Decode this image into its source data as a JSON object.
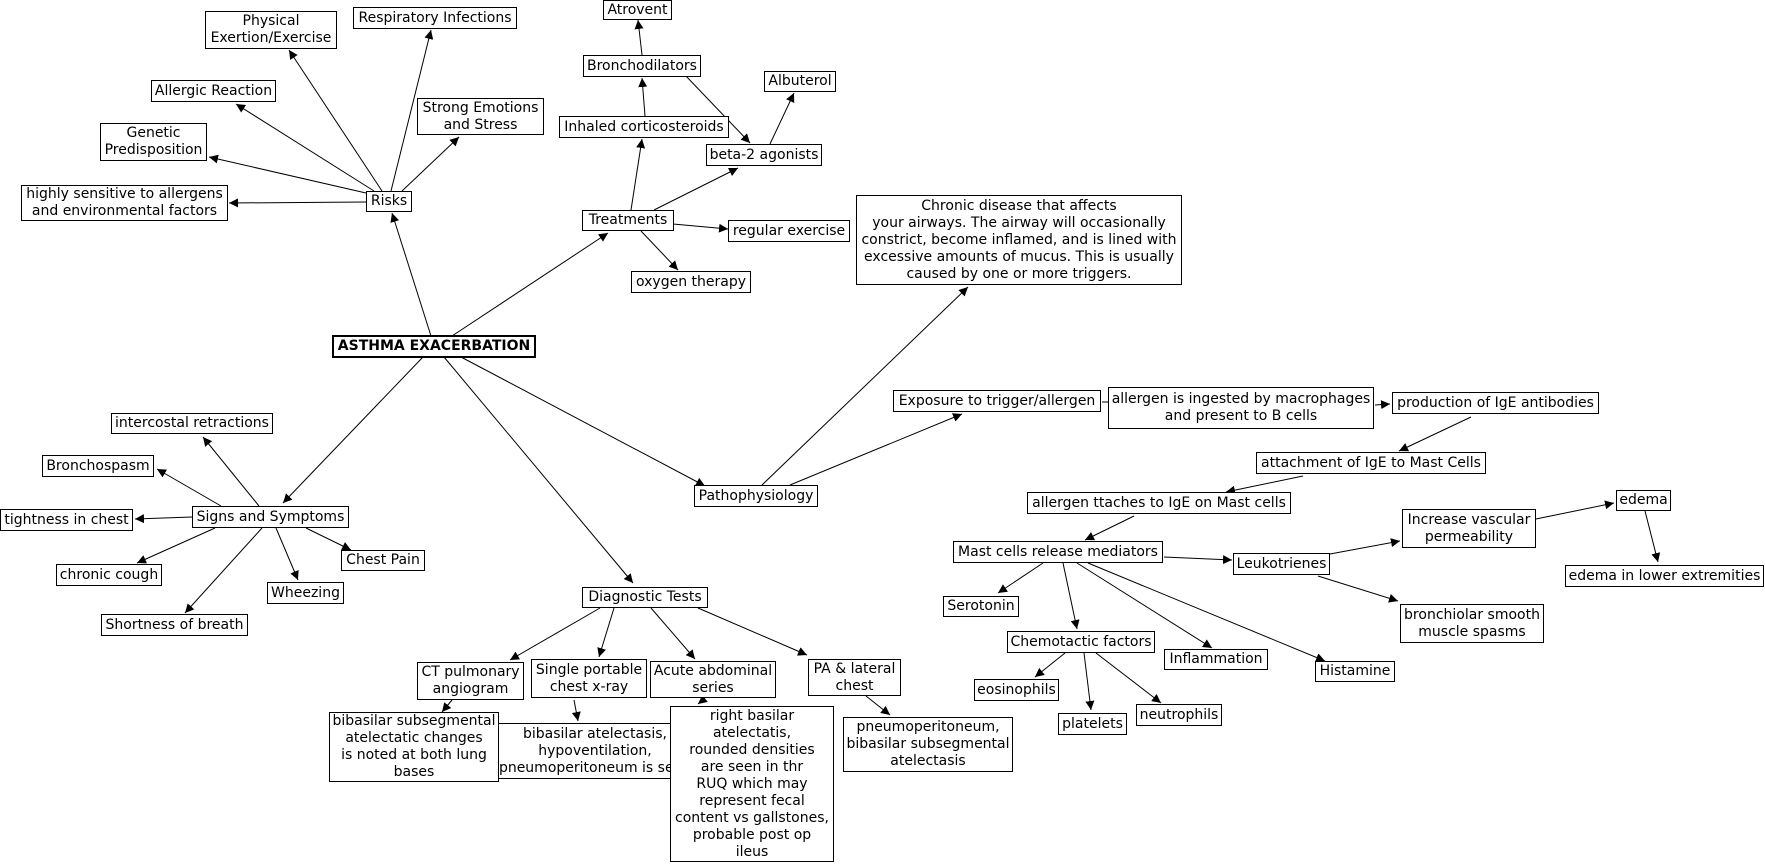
{
  "nodes": {
    "asthma": "ASTHMA EXACERBATION",
    "risks": "Risks",
    "treatments": "Treatments",
    "signs": "Signs and Symptoms",
    "diag": "Diagnostic Tests",
    "patho": "Pathophysiology",
    "physical": "Physical\nExertion/Exercise",
    "respiratory": "Respiratory Infections",
    "allergic": "Allergic Reaction",
    "emotions": "Strong Emotions\nand Stress",
    "genetic": "Genetic\nPredisposition",
    "sensitive": "highly sensitive to allergens\nand environmental factors",
    "atrovent": "Atrovent",
    "bronchodil": "Bronchodilators",
    "albuterol": "Albuterol",
    "inhaled": "Inhaled corticosteroids",
    "beta2": "beta-2 agonists",
    "regular": "regular exercise",
    "oxygen": "oxygen therapy",
    "chronic": "Chronic disease that affects\nyour airways.  The airway will occasionally\nconstrict, become inflamed, and is lined with\nexcessive amounts of mucus.  This is usually\ncaused by one or more triggers.",
    "intercostal": "intercostal retractions",
    "bronchospasm": "Bronchospasm",
    "tightness": "tightness in chest",
    "chestpain": "Chest Pain",
    "cough": "chronic cough",
    "wheezing": "Wheezing",
    "sob": "Shortness of breath",
    "exposure": "Exposure to trigger/allergen",
    "ingested": "allergen is ingested by macrophages\nand present to B cells",
    "ige": "production of IgE antibodies",
    "attach": "attachment of IgE to Mast Cells",
    "allergen2": "allergen ttaches to IgE on Mast cells",
    "mast": "Mast cells release mediators",
    "leuko": "Leukotrienes",
    "vascular": "Increase vascular\npermeability",
    "edema": "edema",
    "edemaLow": "edema in lower extremities",
    "bronchiolar": "bronchiolar smooth\nmuscle spasms",
    "serotonin": "Serotonin",
    "chemotactic": "Chemotactic factors",
    "inflammation": "Inflammation",
    "histamine": "Histamine",
    "eosinophils": "eosinophils",
    "platelets": "platelets",
    "neutrophils": "neutrophils",
    "ct": "CT pulmonary\nangiogram",
    "xray": "Single portable\nchest x-ray",
    "abdominal": "Acute abdominal\nseries",
    "pa": "PA & lateral\nchest",
    "ctResult": "bibasilar subsegmental\natelectatic changes\nis noted at both lung\nbases",
    "xrayResult": "bibasilar atelectasis,\nhypoventilation,\npneumoperitoneum is seen",
    "abdResult": "right basilar\natelectatis,\nrounded densities\nare seen in thr\nRUQ which may\nrepresent fecal\ncontent vs gallstones,\nprobable post op\nileus",
    "paResult": "pneumoperitoneum,\nbibasilar subsegmental\natelectasis"
  }
}
